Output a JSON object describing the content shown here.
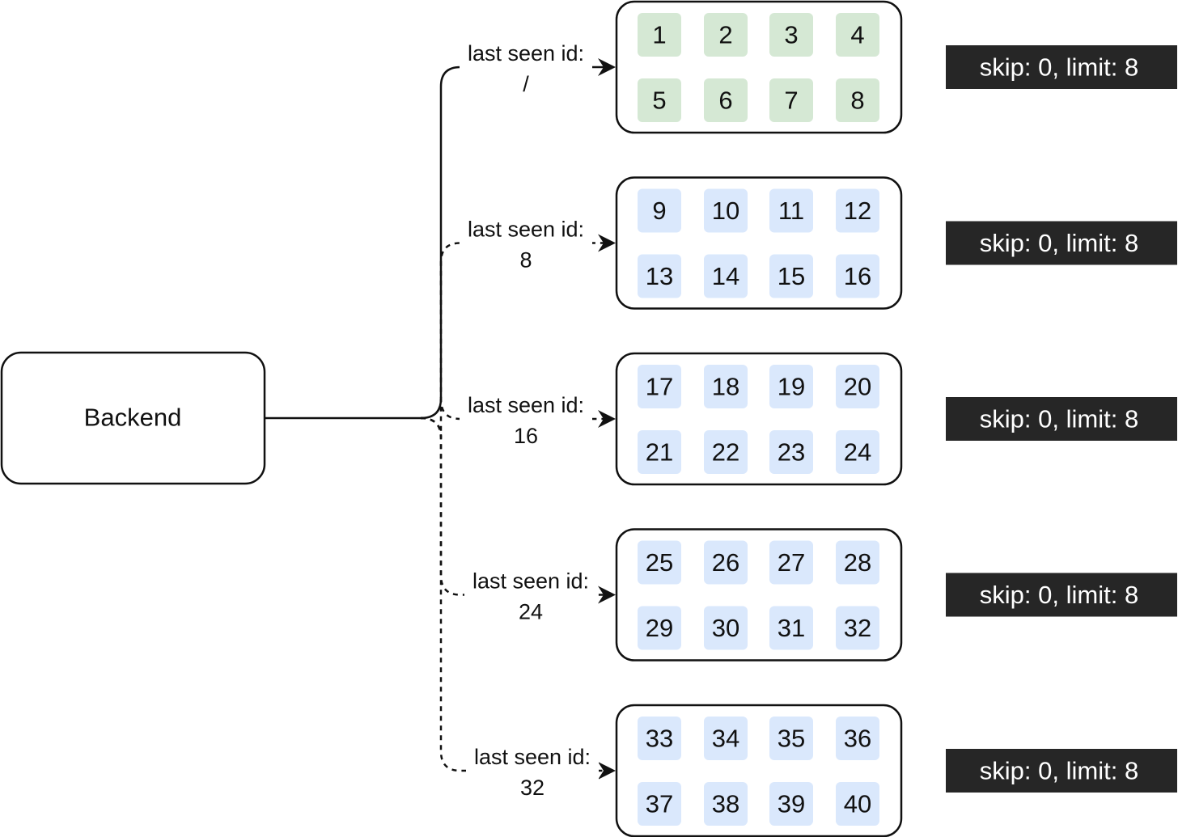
{
  "backend": {
    "label": "Backend"
  },
  "pages": [
    {
      "edge_label": [
        "last seen id:",
        "/"
      ],
      "edge_style": "solid",
      "item_color": "#d5e8d4",
      "items": [
        "1",
        "2",
        "3",
        "4",
        "5",
        "6",
        "7",
        "8"
      ],
      "badge": "skip: 0, limit: 8"
    },
    {
      "edge_label": [
        "last seen id:",
        "8"
      ],
      "edge_style": "dashed",
      "item_color": "#dae8fc",
      "items": [
        "9",
        "10",
        "11",
        "12",
        "13",
        "14",
        "15",
        "16"
      ],
      "badge": "skip: 0, limit: 8"
    },
    {
      "edge_label": [
        "last seen id:",
        "16"
      ],
      "edge_style": "dashed",
      "item_color": "#dae8fc",
      "items": [
        "17",
        "18",
        "19",
        "20",
        "21",
        "22",
        "23",
        "24"
      ],
      "badge": "skip: 0, limit: 8"
    },
    {
      "edge_label": [
        "last seen id:",
        "24"
      ],
      "edge_style": "dashed",
      "item_color": "#dae8fc",
      "items": [
        "25",
        "26",
        "27",
        "28",
        "29",
        "30",
        "31",
        "32"
      ],
      "badge": "skip: 0, limit: 8"
    },
    {
      "edge_label": [
        "last seen id:",
        "32"
      ],
      "edge_style": "dashed",
      "item_color": "#dae8fc",
      "items": [
        "33",
        "34",
        "35",
        "36",
        "37",
        "38",
        "39",
        "40"
      ],
      "badge": "skip: 0, limit: 8"
    }
  ],
  "colors": {
    "stroke": "#111111",
    "first_page_items": "#d5e8d4",
    "other_page_items": "#dae8fc",
    "badge_background": "#262626",
    "badge_text": "#ffffff"
  }
}
